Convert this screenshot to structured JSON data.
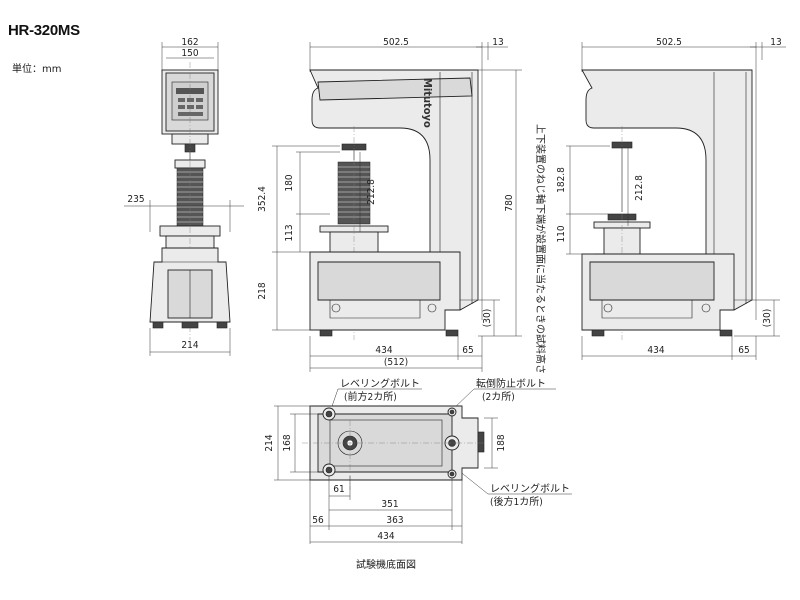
{
  "header": {
    "model": "HR-320MS",
    "unit": "単位：mm"
  },
  "front_view": {
    "w1": "162",
    "w2": "150",
    "side": "235",
    "base": "214"
  },
  "side_view_left": {
    "depth": "502.5",
    "top_offset": "13",
    "height": "780",
    "stroke_total": "352.4",
    "upper": "180",
    "test_height": "212.8",
    "lower": "113",
    "base_h": "218",
    "foot": "(30)",
    "base_depth": "434",
    "foot_gap": "65",
    "overall": "(512)"
  },
  "side_view_right": {
    "depth": "502.5",
    "top_offset": "13",
    "upper": "182.8",
    "test_height": "212.8",
    "lower": "110",
    "foot": "(30)",
    "base_depth": "434",
    "foot_gap": "65"
  },
  "vertical_note": "上下装置のねじ軸下端が設置面に当たるときの試料高さ",
  "bottom_view": {
    "leveling_front": "レベリングボルト",
    "leveling_front_sub": "(前方2カ所)",
    "anti_tip": "転倒防止ボルト",
    "anti_tip_sub": "(2カ所)",
    "leveling_rear": "レベリングボルト",
    "leveling_rear_sub": "(後方1カ所)",
    "h_outer": "214",
    "h_inner": "168",
    "h_right": "188",
    "d61": "61",
    "d351": "351",
    "d56": "56",
    "d363": "363",
    "d434": "434",
    "caption": "試験機底面図"
  }
}
